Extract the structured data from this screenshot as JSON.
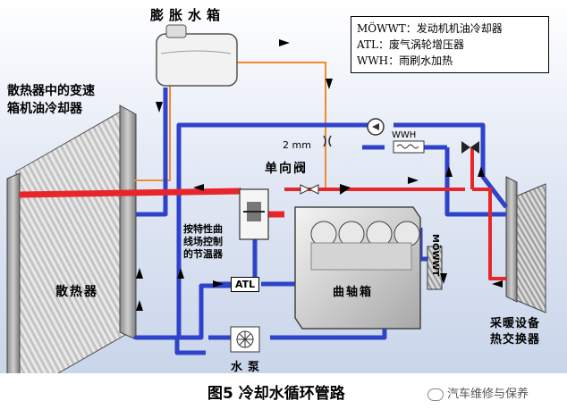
{
  "labels": {
    "expansion_tank": "膨胀水箱",
    "radiator_trans_cooler_l1": "散热器中的变速",
    "radiator_trans_cooler_l2": "箱机油冷却器",
    "check_valve": "单向阀",
    "restrictor": "2 mm",
    "wwh_box": "WWH",
    "thermostat_l1": "按特性曲",
    "thermostat_l2": "线场控制",
    "thermostat_l3": "的节温器",
    "radiator": "散热器",
    "atl_box": "ATL",
    "crankcase": "曲轴箱",
    "mowwt_box": "MÖWWT",
    "water_pump": "水泵",
    "heater_l1": "采暖设备",
    "heater_l2": "热交换器"
  },
  "legend": [
    "MÖWWT：发动机机油冷却器",
    "ATL：废气涡轮增压器",
    "WWH：雨刷水加热"
  ],
  "caption": "图5 冷却水循环管路",
  "watermark": "汽车维修与保养",
  "colors": {
    "hot": "#e8262a",
    "cold": "#2e43c9",
    "vent": "#f08a2e",
    "background": "#d5dff0"
  }
}
